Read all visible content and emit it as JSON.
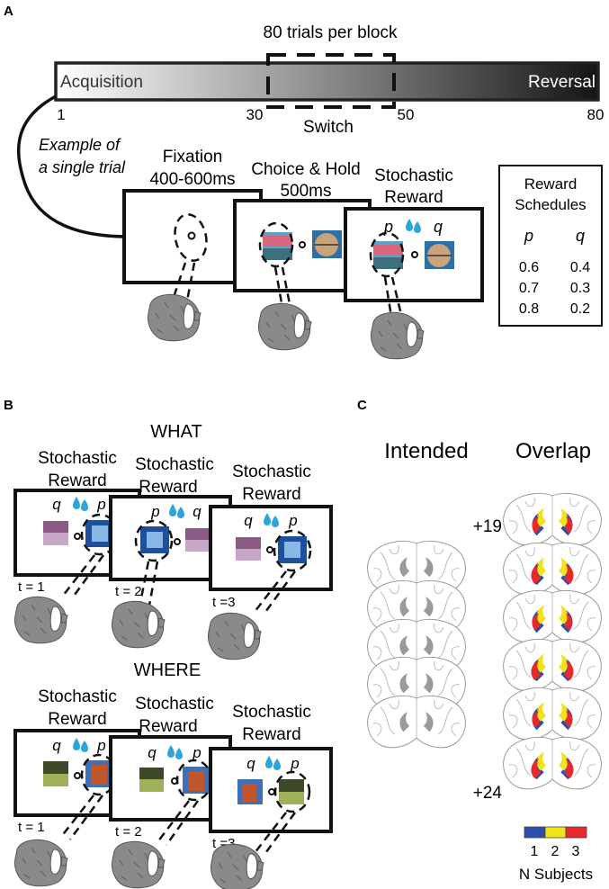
{
  "panel_a": {
    "letter": "A",
    "block_label": "80 trials per block",
    "acquisition": "Acquisition",
    "reversal": "Reversal",
    "ticks": [
      "1",
      "30",
      "50",
      "80"
    ],
    "switch": "Switch",
    "example_line1": "Example of",
    "example_line2": "a single trial",
    "screens": [
      {
        "line1": "Fixation",
        "line2": "400-600ms"
      },
      {
        "line1": "Choice & Hold",
        "line2": "500ms"
      },
      {
        "line1": "Stochastic",
        "line2": "Reward",
        "left": "p",
        "right": "q"
      }
    ],
    "schedule": {
      "title_line1": "Reward",
      "title_line2": "Schedules",
      "col_p": "p",
      "col_q": "q",
      "rows": [
        [
          "0.6",
          "0.4"
        ],
        [
          "0.7",
          "0.3"
        ],
        [
          "0.8",
          "0.2"
        ]
      ]
    }
  },
  "panel_b": {
    "letter": "B",
    "what": {
      "title": "WHAT",
      "trials": [
        {
          "line1": "Stochastic",
          "line2": "Reward",
          "left": "q",
          "right": "p",
          "t": "t = 1"
        },
        {
          "line1": "Stochastic",
          "line2": "Reward",
          "left": "p",
          "right": "q",
          "t": "t = 2"
        },
        {
          "line1": "Stochastic",
          "line2": "Reward",
          "left": "q",
          "right": "p",
          "t": "t =3"
        }
      ]
    },
    "where": {
      "title": "WHERE",
      "trials": [
        {
          "line1": "Stochastic",
          "line2": "Reward",
          "left": "q",
          "right": "p",
          "t": "t = 1"
        },
        {
          "line1": "Stochastic",
          "line2": "Reward",
          "left": "q",
          "right": "p",
          "t": "t = 2"
        },
        {
          "line1": "Stochastic",
          "line2": "Reward",
          "left": "q",
          "right": "p",
          "t": "t =3"
        }
      ]
    }
  },
  "panel_c": {
    "letter": "C",
    "intended": "Intended",
    "overlap": "Overlap",
    "top_level": "+19",
    "bottom_level": "+24",
    "legend_values": [
      "1",
      "2",
      "3"
    ],
    "legend_colors": [
      "#2a4fa8",
      "#f2e21a",
      "#e8282a"
    ],
    "legend_title": "N Subjects"
  },
  "colors": {
    "reward_drop": "#2aa6d8",
    "monkey": "#8a8a8a",
    "intended_fill": "#9a9a9a"
  }
}
